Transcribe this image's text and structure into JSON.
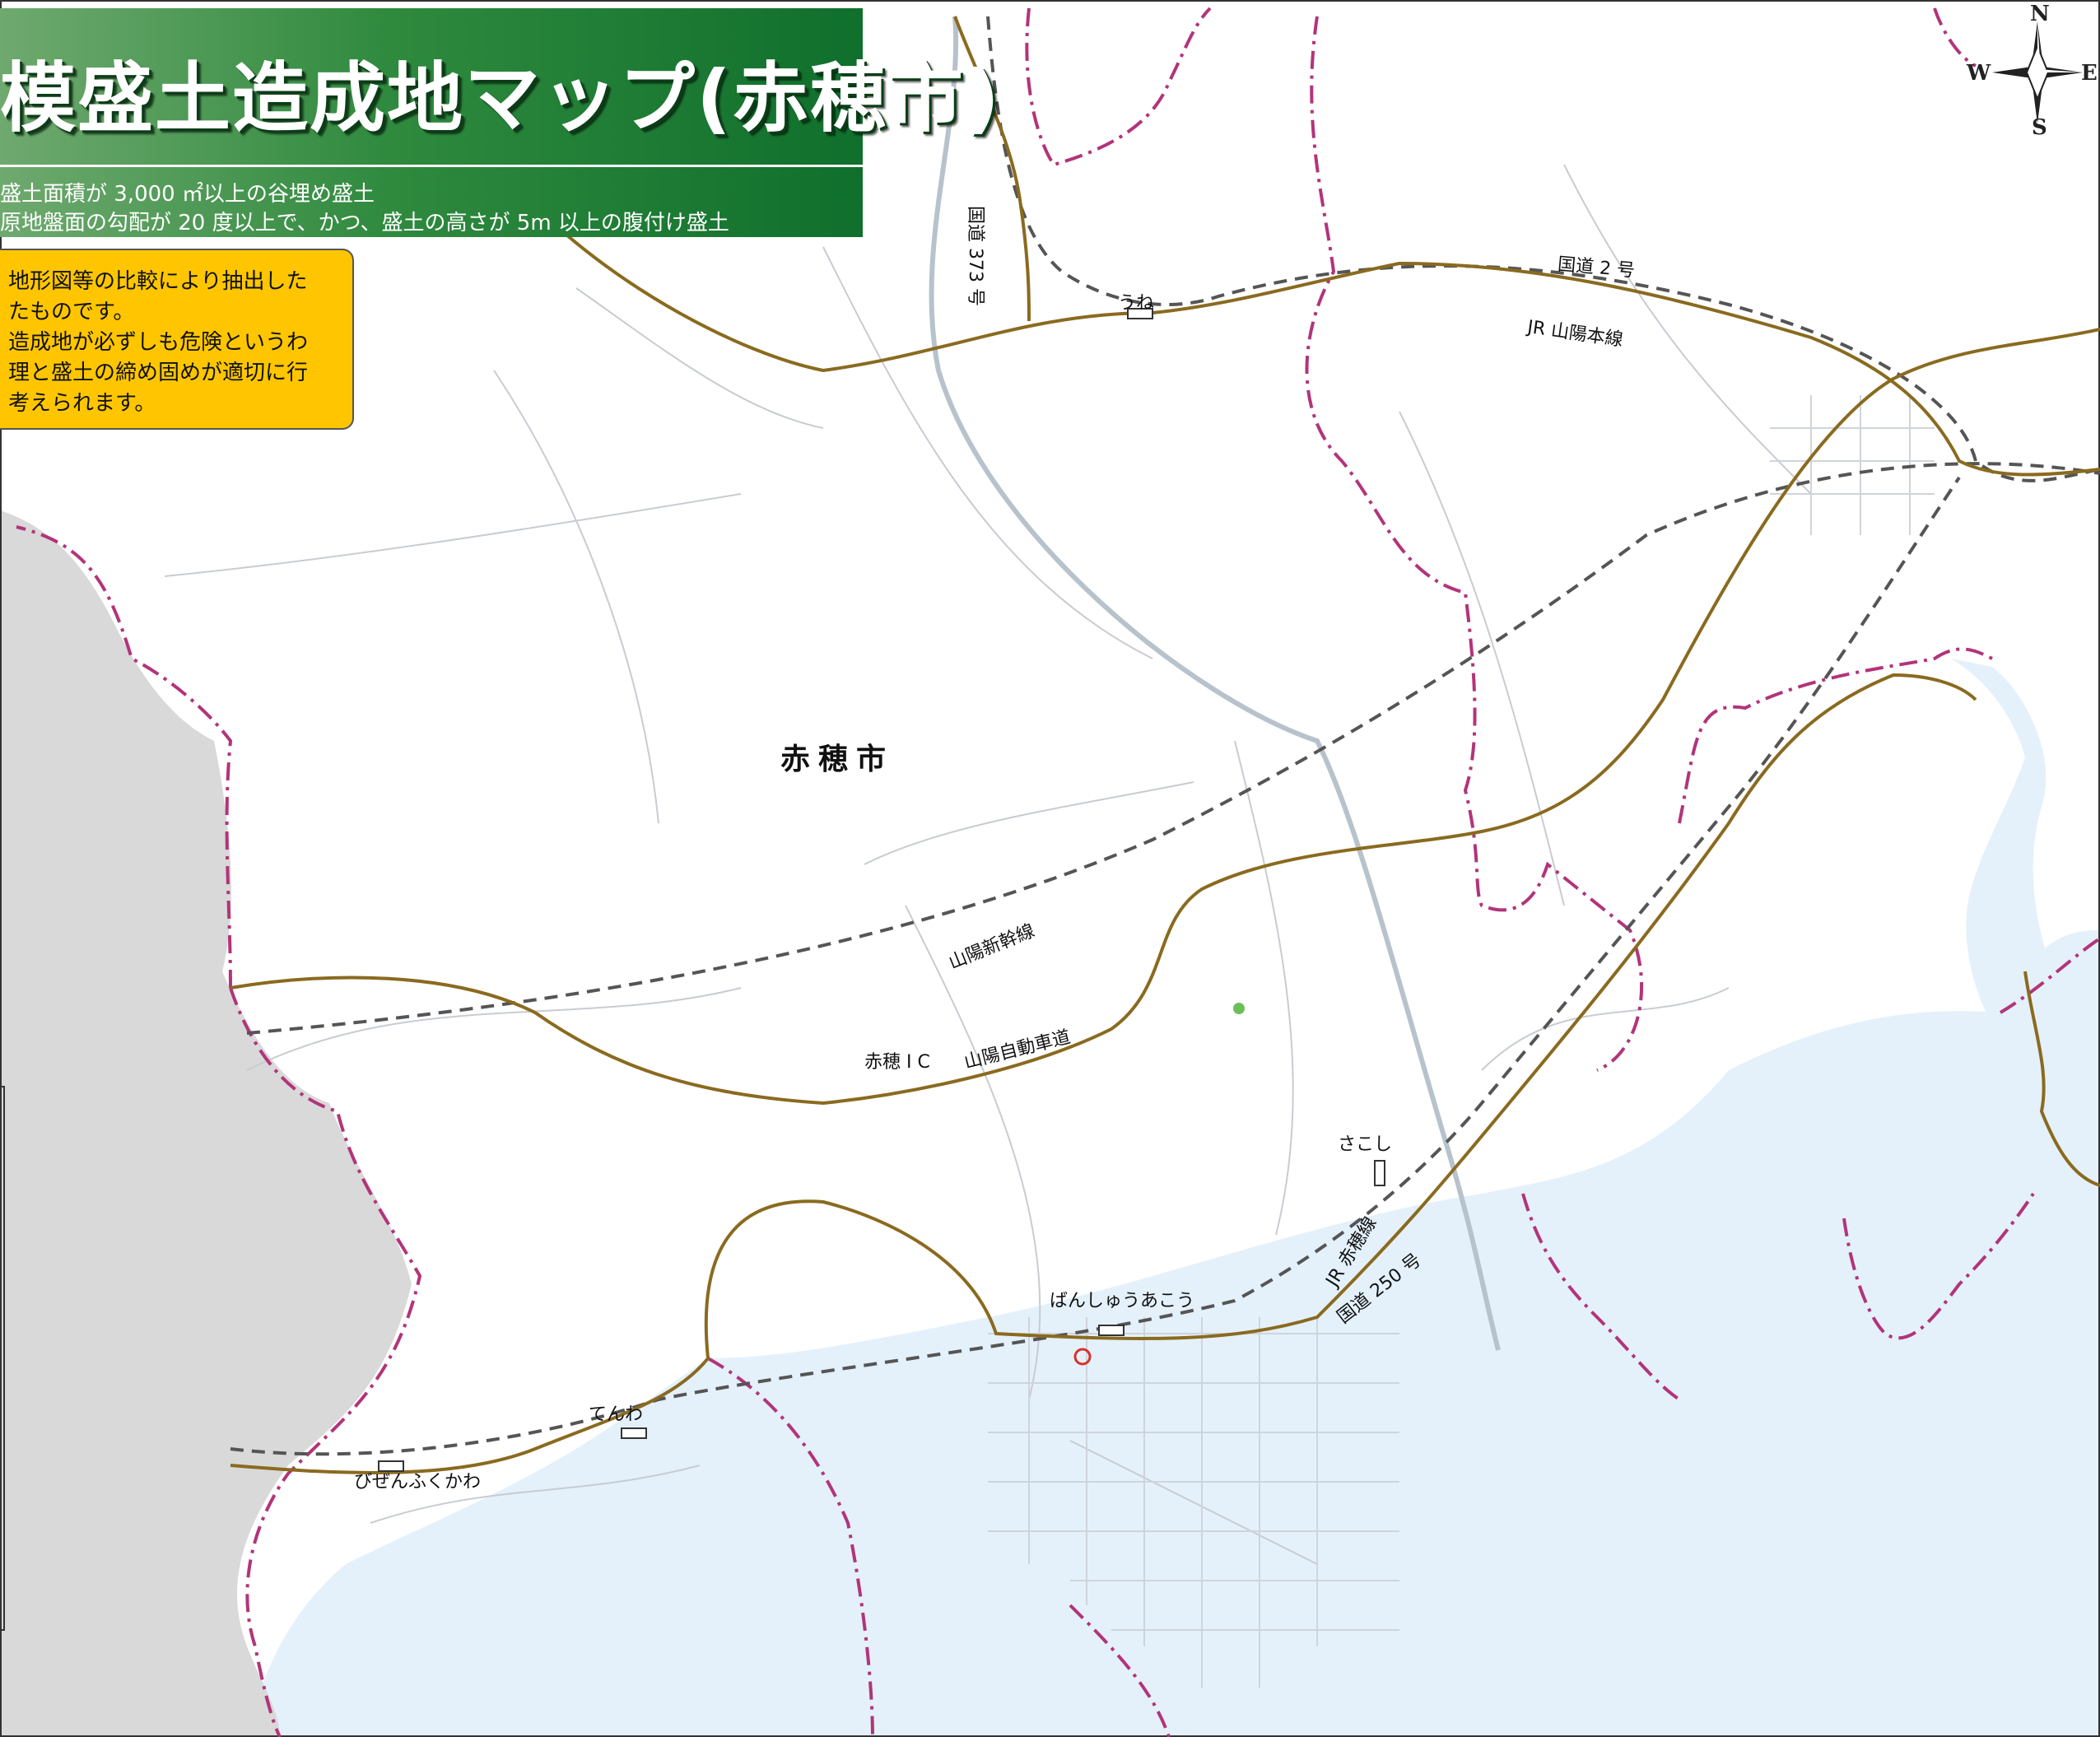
{
  "title": "模盛土造成地マップ(赤穂市)",
  "criteria": [
    "盛土面積が 3,000 ㎡以上の谷埋め盛土",
    "原地盤面の勾配が 20 度以上で、かつ、盛土の高さが 5m 以上の腹付け盛土"
  ],
  "note": [
    "地形図等の比較により抽出した",
    "たものです。",
    "造成地が必ずしも危険というわ",
    "理と盛土の締め固めが適切に行",
    "考えられます。"
  ],
  "labels": {
    "city": "赤穂市",
    "route373": "国道 373 号",
    "une": "うね",
    "route2": "国道 2 号",
    "jr_sanyo": "JR 山陽本線",
    "shinkansen": "山陽新幹線",
    "ako_ic": "赤穂 I C",
    "expressway": "山陽自動車道",
    "sakoshi": "さこし",
    "jr_ako": "JR 赤穂線",
    "route250": "国道 250 号",
    "banshu_ako": "ばんしゅうあこう",
    "tenwa": "てんわ",
    "bizen_fukukawa": "びぜんふくかわ"
  },
  "compass": {
    "n": "N",
    "s": "S",
    "e": "E",
    "w": "W"
  },
  "colors": {
    "sea": "#e4f1fb",
    "outside_area": "#d9d9d9",
    "road": "#8a6a1f",
    "boundary": "#b2347a",
    "rail": "#555555",
    "banner": "#1f7a36",
    "note_bg": "#ffc600"
  }
}
